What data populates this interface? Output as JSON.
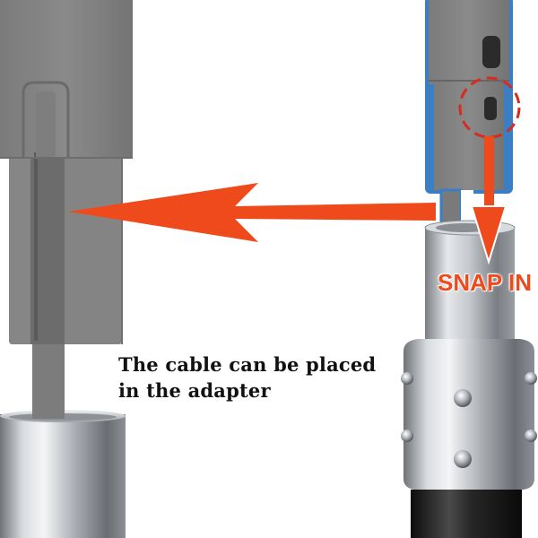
{
  "image": {
    "caption_line1": "The cable can be placed",
    "caption_line2": "in the adapter",
    "callout_label": "SNAP IN"
  },
  "colors": {
    "arrow": "#ee4a1c",
    "highlight_circle": "#d62b1f",
    "pole_gray": "#7d7d7d",
    "outline_blue": "#3a7ec4",
    "metal": "#b9bdc2",
    "foam_black": "#1c1c1c"
  },
  "icons": [
    "left-arrow-icon",
    "down-arrow-icon",
    "dashed-highlight-circle",
    "button-icon"
  ]
}
